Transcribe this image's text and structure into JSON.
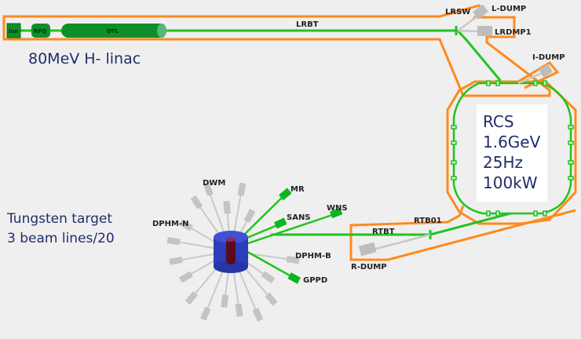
{
  "colors": {
    "background": "#f0efef",
    "tunnel": "#ff8a1c",
    "beam": "#1fc41f",
    "component_green": "#0e8f2a",
    "dump_gray": "#bdbdbd",
    "text_dark": "#222222",
    "text_blue": "#1f2d6b",
    "target_blue": "#2b3db8",
    "target_core": "#5a0c1a"
  },
  "linac": {
    "title": "80MeV H- linac",
    "components": [
      "Ion",
      "RFQ",
      "DTL"
    ],
    "transport_line": "LRBT"
  },
  "dumps": {
    "lrsw": "LRSW",
    "l_dump": "L-DUMP",
    "lrdmp1": "LRDMP1",
    "i_dump": "I-DUMP",
    "r_dump": "R-DUMP"
  },
  "rcs": {
    "lines": [
      "RCS",
      "1.6GeV",
      "25Hz",
      "100kW"
    ]
  },
  "rtbt": {
    "line": "RTBT",
    "rtb01": "RTB01"
  },
  "target": {
    "lines": [
      "Tungsten target",
      "3 beam lines/20"
    ],
    "beamlines": [
      "DWM",
      "MR",
      "WNS",
      "SANS",
      "DPHM-N",
      "DPHM-B",
      "GPPD"
    ]
  }
}
